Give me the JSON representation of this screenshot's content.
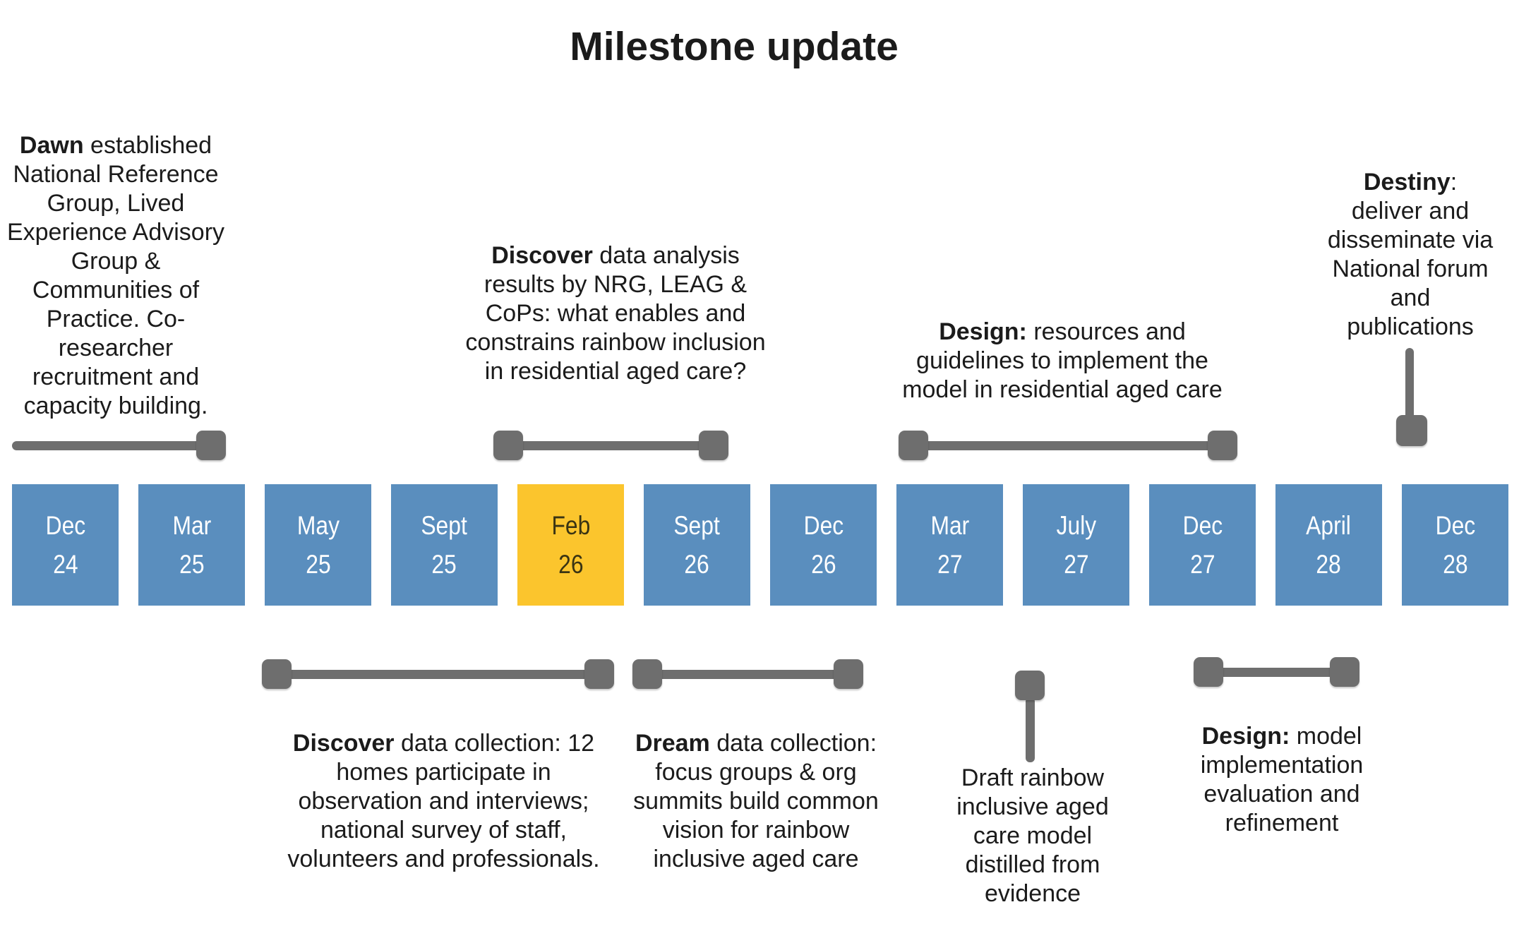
{
  "title": "Milestone update",
  "colors": {
    "box_blue": "#5A8EBE",
    "box_highlight": "#FBC52D",
    "connector_gray": "#6E6E6E",
    "text_dark": "#1B1B1B",
    "box_text_light": "#FFFFFF",
    "box_text_dark": "#3A3413"
  },
  "timeline": {
    "boxes": [
      {
        "month": "Dec",
        "year": "24"
      },
      {
        "month": "Mar",
        "year": "25"
      },
      {
        "month": "May",
        "year": "25"
      },
      {
        "month": "Sept",
        "year": "25"
      },
      {
        "month": "Feb",
        "year": "26",
        "highlight": true
      },
      {
        "month": "Sept",
        "year": "26"
      },
      {
        "month": "Dec",
        "year": "26"
      },
      {
        "month": "Mar",
        "year": "27"
      },
      {
        "month": "July",
        "year": "27"
      },
      {
        "month": "Dec",
        "year": "27"
      },
      {
        "month": "April",
        "year": "28"
      },
      {
        "month": "Dec",
        "year": "28"
      }
    ]
  },
  "annotations": {
    "dawn": {
      "lead": "Dawn",
      "rest": " established National Reference Group, Lived Experience Advisory Group & Communities of Practice. Co-researcher recruitment and capacity building."
    },
    "discover_analysis": {
      "lead": "Discover",
      "rest": " data analysis results by NRG, LEAG & CoPs: what enables and constrains rainbow inclusion in residential aged care?"
    },
    "design_resources": {
      "lead": "Design:",
      "rest": " resources and guidelines to implement the model in residential aged care"
    },
    "destiny": {
      "lead": "Destiny",
      "rest": ": deliver and disseminate via National forum and publications"
    },
    "discover_collection": {
      "lead": "Discover",
      "rest": " data collection: 12 homes participate in observation and interviews; national survey of staff, volunteers and professionals."
    },
    "dream_collection": {
      "lead": "Dream",
      "rest": " data collection: focus groups & org summits build common vision for rainbow inclusive aged care"
    },
    "draft_model": {
      "lead": "",
      "rest": "Draft rainbow inclusive aged care model distilled from evidence"
    },
    "design_model": {
      "lead": "Design:",
      "rest": " model implementation evaluation and refinement"
    }
  }
}
